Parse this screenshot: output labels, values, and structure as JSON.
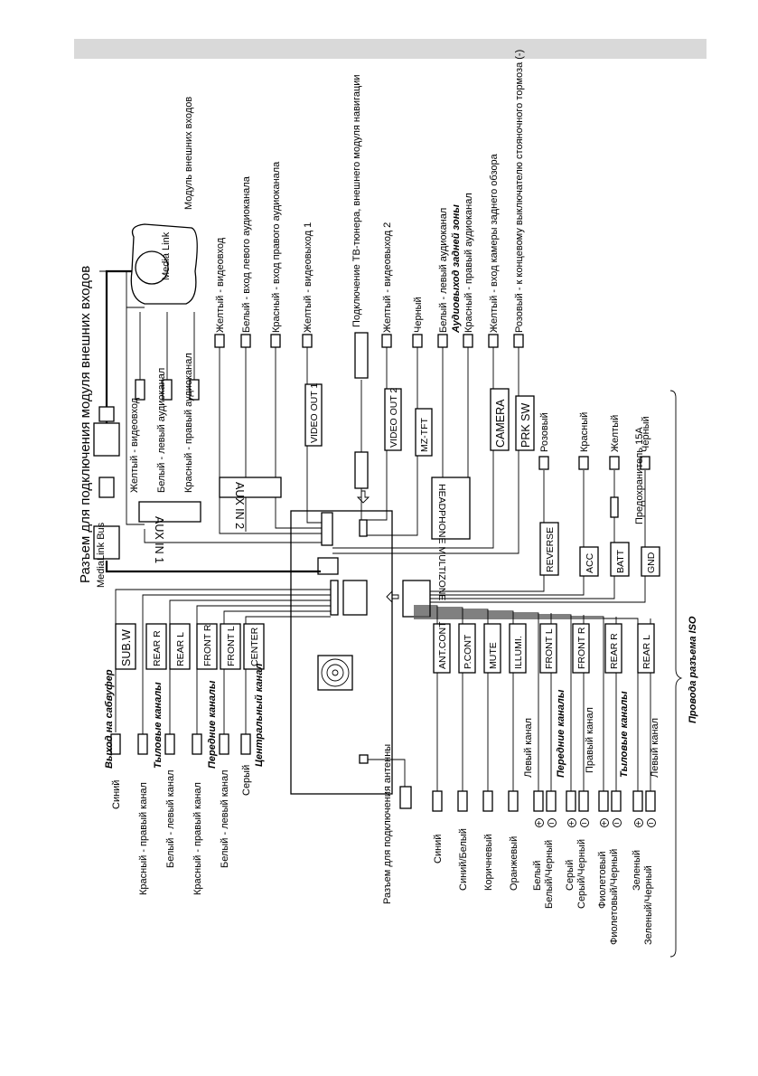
{
  "title": "Разъем для подключения модуля внешних входов",
  "medialink": {
    "name": "Media Link",
    "caption": "Модуль внешних входов",
    "bus": "MediaLink Bus"
  },
  "aux": {
    "aux1": "AUX IN 1",
    "aux2": "AUX IN 2"
  },
  "aux1_wires": [
    "Желтый - видеовход",
    "Белый - левый аудиоканал",
    "Красный - правый аудиоканал"
  ],
  "right_upper": [
    {
      "text": "Желтый - видеовход"
    },
    {
      "text": "Белый - вход левого аудиоканала"
    },
    {
      "text": "Красный - вход правого аудиоканала"
    },
    {
      "text": "Желтый - видеовыход 1"
    },
    {
      "text": "Подключение ТВ-тюнера, внешнего модуля навигации"
    },
    {
      "text": "Желтый - видеовыход 2"
    },
    {
      "text": "Черный"
    },
    {
      "text": "Белый - левый аудиоканал"
    },
    {
      "text": "Аудиовыход задней зоны"
    },
    {
      "text": "Красный - правый аудиоканал"
    },
    {
      "text": "Желтый - вход камеры заднего обзора"
    },
    {
      "text": "Розовый - к концевому выключателю стояночного тормоза (-)"
    }
  ],
  "tags_upper": [
    "VIDEO OUT 1",
    "VIDEO OUT 2",
    "MZ-TFT",
    "CAMERA",
    "PRK SW",
    "HEADPHONE MULTIZONE"
  ],
  "right_lower": [
    {
      "tag": "REVERSE",
      "text": "Розовый"
    },
    {
      "tag": "ACC",
      "text": "Красный"
    },
    {
      "tag": "BATT",
      "text": "Желтый",
      "fuse": "Предохранитель 15А"
    },
    {
      "tag": "GND",
      "text": "Черный"
    }
  ],
  "left_outputs": {
    "tags": [
      "SUB.W",
      "REAR R",
      "REAR L",
      "FRONT R",
      "FRONT L",
      "CENTER"
    ],
    "wires": [
      "Синий",
      "Красный - правый канал",
      "Белый - левый канал",
      "Красный - правый канал",
      "Белый - левый канал",
      "Серый"
    ],
    "groups": [
      "Выход на сабвуфер",
      "Тыловые каналы",
      "Передние каналы",
      "Центральный канал"
    ]
  },
  "iso": {
    "tags": [
      "ANT.CONT",
      "P.CONT",
      "MUTE",
      "ILLUMI.",
      "FRONT L",
      "FRONT R",
      "REAR R",
      "REAR L"
    ],
    "colors": [
      "Синий",
      "Синий/Белый",
      "Коричневый",
      "Оранжевый",
      "Белый",
      "Белый/Черный",
      "Серый",
      "Серый/Черный",
      "Фиолетовый",
      "Фиолетовый/Черный",
      "Зеленый",
      "Зеленый/Черный"
    ],
    "channels": [
      "Левый канал",
      "Правый канал",
      "Левый канал"
    ],
    "groups": [
      "Передние каналы",
      "Тыловые каналы"
    ],
    "footer": "Провода разъема ISO"
  },
  "antenna": "Разъем для подключения антенны",
  "polarity": {
    "plus": "+",
    "minus": "−"
  }
}
